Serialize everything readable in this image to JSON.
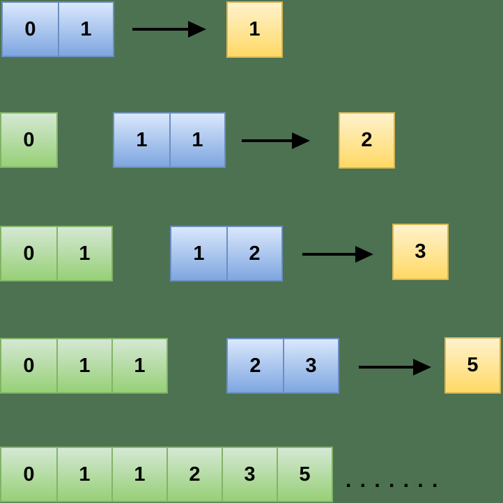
{
  "colors": {
    "background": "#4c7252",
    "blue_top": "#dae8fc",
    "blue_bottom": "#7ea6e0",
    "blue_border": "#6c8ebf",
    "green_top": "#d5e8d4",
    "green_bottom": "#97d077",
    "green_border": "#82b366",
    "yellow_top": "#fff2cc",
    "yellow_bottom": "#ffd966",
    "yellow_border": "#d6b656",
    "arrow": "#000000",
    "text": "#000000"
  },
  "icons": {
    "right_arrow": "right-arrow-icon"
  },
  "rows": [
    {
      "previous": [],
      "window": [
        "0",
        "1"
      ],
      "result": "1",
      "ellipsis": ""
    },
    {
      "previous": [
        "0"
      ],
      "window": [
        "1",
        "1"
      ],
      "result": "2",
      "ellipsis": ""
    },
    {
      "previous": [
        "0",
        "1"
      ],
      "window": [
        "1",
        "2"
      ],
      "result": "3",
      "ellipsis": ""
    },
    {
      "previous": [
        "0",
        "1",
        "1"
      ],
      "window": [
        "2",
        "3"
      ],
      "result": "5",
      "ellipsis": ""
    },
    {
      "previous": [
        "0",
        "1",
        "1",
        "2",
        "3",
        "5"
      ],
      "window": [],
      "result": "",
      "ellipsis": ". . . . . . ."
    }
  ]
}
